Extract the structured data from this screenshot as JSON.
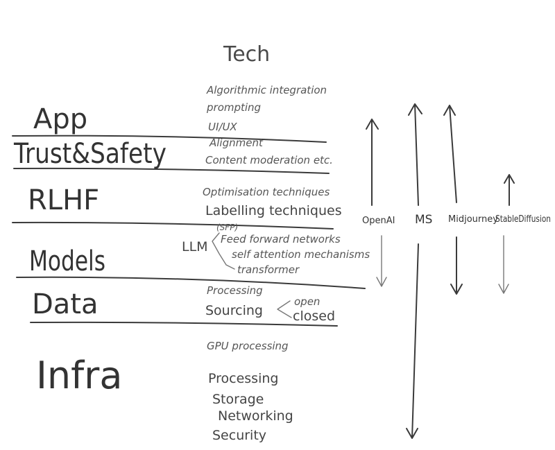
{
  "heading": "Tech",
  "layers": [
    {
      "id": "app",
      "label": "App"
    },
    {
      "id": "trust",
      "label": "Trust&Safety"
    },
    {
      "id": "rlhf",
      "label": "RLHF"
    },
    {
      "id": "models",
      "label": "Models"
    },
    {
      "id": "data",
      "label": "Data"
    },
    {
      "id": "infra",
      "label": "Infra"
    }
  ],
  "tech": {
    "app": [
      "Algorithmic integration",
      "prompting",
      "UI/UX"
    ],
    "trust": [
      "Alignment",
      "Content moderation etc."
    ],
    "rlhf": [
      "Optimisation techniques",
      "Labelling techniques"
    ],
    "models": {
      "prefix": "LLM",
      "items": [
        "(SFP)",
        "Feed forward networks",
        "self attention mechanisms",
        "transformer"
      ]
    },
    "data": {
      "items": [
        "Processing",
        "Sourcing"
      ],
      "branches": [
        "open",
        "closed"
      ]
    },
    "infra": [
      "GPU processing",
      "Processing",
      "Storage",
      "Networking",
      "Security"
    ]
  },
  "companies": [
    "OpenAI",
    "MS",
    "Midjourney",
    "StableDiffusion"
  ]
}
